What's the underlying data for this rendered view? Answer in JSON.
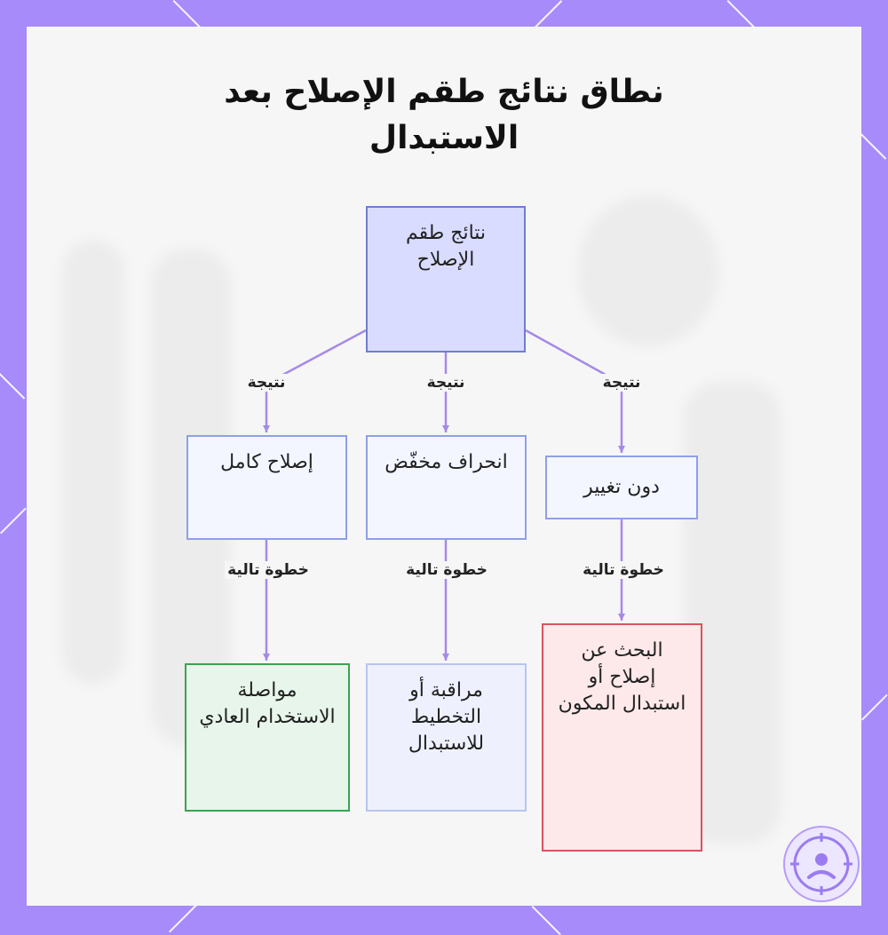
{
  "title": "نطاق نتائج طقم الإصلاح بعد الاستبدال",
  "nodes": {
    "root": "نتائج طقم الإصلاح",
    "mid_right": "إصلاح كامل",
    "mid_center": "انحراف مخفّض",
    "mid_left": "دون تغيير",
    "bottom_right": "مواصلة الاستخدام العادي",
    "bottom_center": "مراقبة أو التخطيط للاستبدال",
    "bottom_left": "البحث عن إصلاح أو استبدال المكون"
  },
  "edge_labels": {
    "result": "نتيجة",
    "next_step": "خطوة تالية"
  },
  "colors": {
    "frame": "#a78bfa",
    "root_fill": "#d9dcff",
    "success_border": "#3ba34e",
    "alert_border": "#d9535e"
  },
  "icons": {
    "logo": "target-person-icon"
  }
}
